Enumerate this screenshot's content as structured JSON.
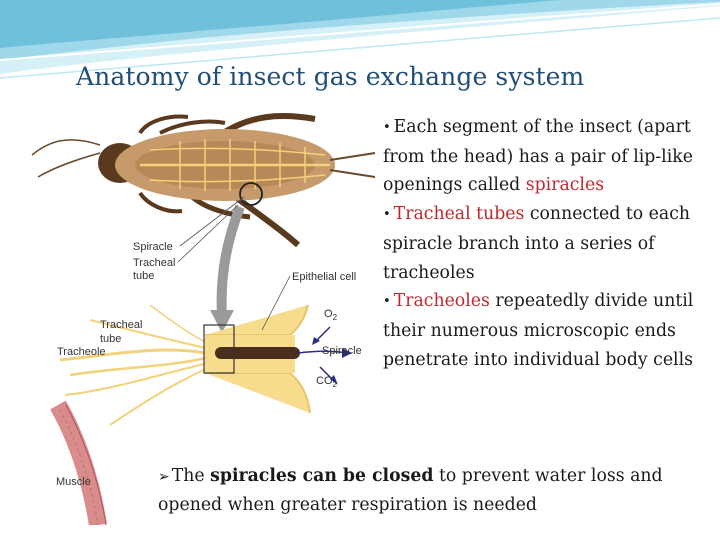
{
  "slide": {
    "title": "Anatomy of insect gas exchange system"
  },
  "figure": {
    "labels": {
      "spiracle_top": "Spiracle",
      "tracheal_tube_top_1": "Tracheal",
      "tracheal_tube_top_2": "tube",
      "epithelial_cell": "Epithelial cell",
      "tracheal_tube_mid_1": "Tracheal",
      "tracheal_tube_mid_2": "tube",
      "tracheole": "Tracheole",
      "o2": "O",
      "o2_sub": "2",
      "spiracle_mid": "Spiracle",
      "co2": "CO",
      "co2_sub": "2",
      "muscle": "Muscle"
    }
  },
  "bullets": [
    {
      "marker": "•",
      "parts": [
        {
          "text": "Each segment of the insect (apart from the head) has a pair of lip-like openings called ",
          "highlight": false
        },
        {
          "text": "spiracles",
          "highlight": true
        }
      ]
    },
    {
      "marker": "•",
      "parts": [
        {
          "text": "Tracheal tubes",
          "highlight": true
        },
        {
          "text": " connected to each spiracle branch into a series of tracheoles",
          "highlight": false
        }
      ]
    },
    {
      "marker": "•",
      "parts": [
        {
          "text": "Tracheoles",
          "highlight": true
        },
        {
          "text": " repeatedly divide until their numerous microscopic ends penetrate into individual body cells",
          "highlight": false
        }
      ]
    }
  ],
  "note": {
    "marker": "➢",
    "pre": "The ",
    "bold": "spiracles can be closed",
    "post": " to prevent water loss and opened when greater respiration is needed"
  },
  "colors": {
    "title": "#1f4e79",
    "highlight": "#c0282d",
    "wave_light": "#bfe6f2",
    "wave_mid": "#7ccbe3",
    "tracheae": "#f2d27a",
    "muscle": "#d98c8c"
  }
}
